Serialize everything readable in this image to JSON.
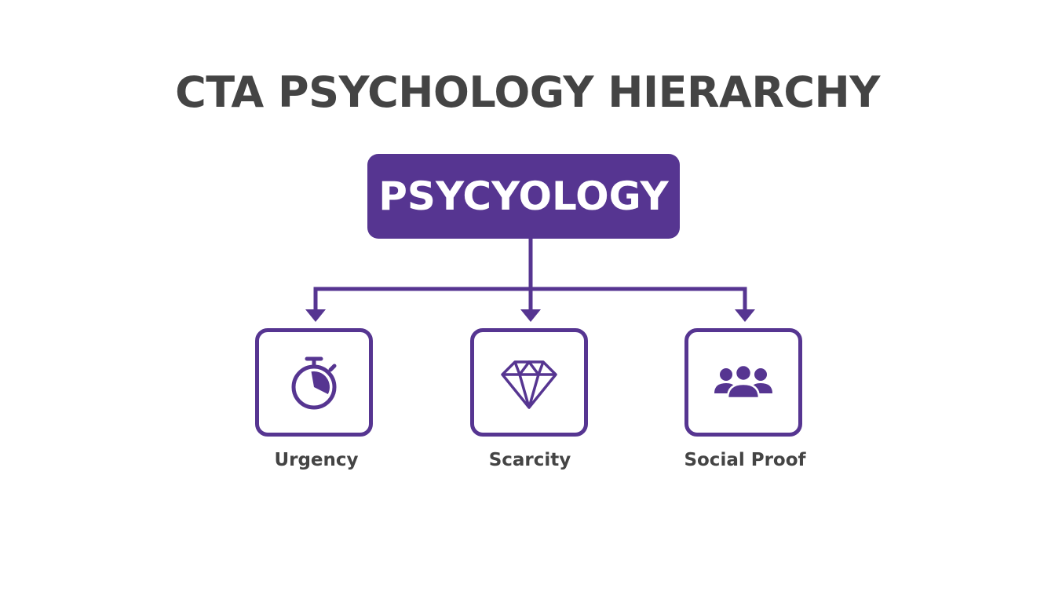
{
  "title": "CTA PSYCHOLOGY HIERARCHY",
  "root": {
    "label": "PSYCYOLOGY"
  },
  "children": [
    {
      "label": "Urgency",
      "icon": "stopwatch-icon"
    },
    {
      "label": "Scarcity",
      "icon": "diamond-icon"
    },
    {
      "label": "Social Proof",
      "icon": "group-icon"
    }
  ],
  "colors": {
    "accent": "#563591",
    "title_text": "#444444",
    "label_text": "#444444",
    "background": "#ffffff"
  }
}
